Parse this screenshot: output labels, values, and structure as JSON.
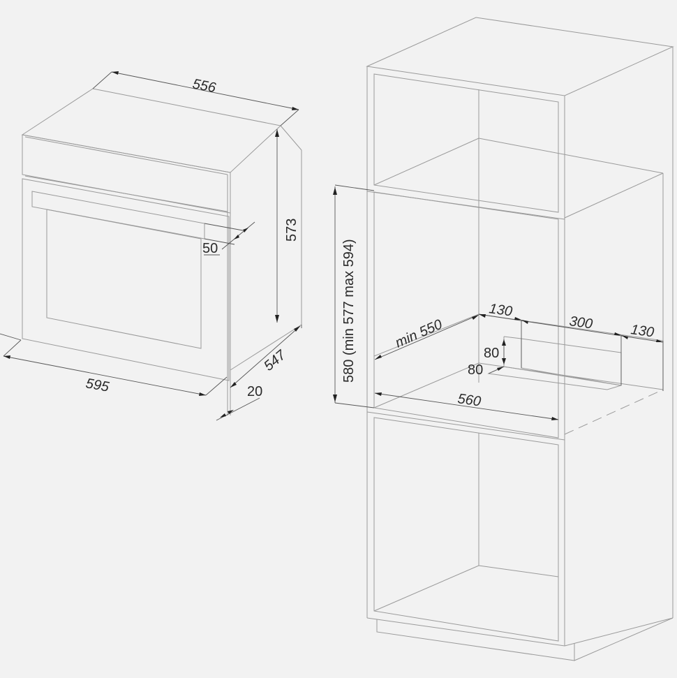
{
  "diagram": {
    "type": "installation-dimensions",
    "subject": "built-in oven",
    "units": "mm",
    "background": "#f2f2f2",
    "line_color": "#9a9a9a",
    "text_color": "#2a2a2a"
  },
  "oven": {
    "dimensions": {
      "top_depth": "556",
      "height": "573",
      "front_width": "595",
      "side_depth": "547",
      "front_panel_thickness": "20",
      "handle_projection": "50"
    }
  },
  "cabinet": {
    "dimensions": {
      "niche_height": "580 (min 577 max 594)",
      "niche_depth": "min 550",
      "niche_width": "560",
      "vent_left_offset": "130",
      "vent_width": "300",
      "vent_right_offset": "130",
      "vent_height": "80",
      "vent_depth": "80"
    }
  }
}
